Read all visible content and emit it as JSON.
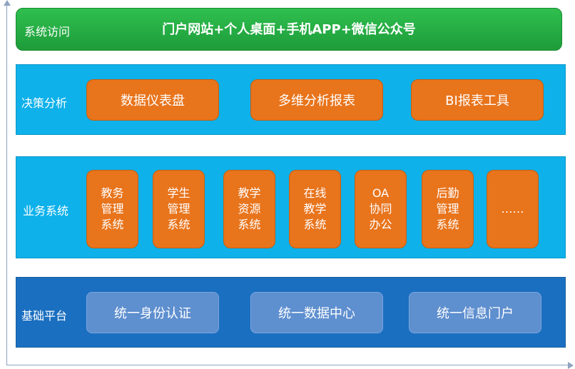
{
  "layers": {
    "access": {
      "title": "系统访问",
      "content": "门户网站+个人桌面+手机APP+微信公众号"
    },
    "decision": {
      "title": "决策分析",
      "items": [
        "数据仪表盘",
        "多维分析报表",
        "BI报表工具"
      ]
    },
    "business": {
      "title": "业务系统",
      "items": [
        "教务\n管理\n系统",
        "学生\n管理\n系统",
        "教学\n资源\n系统",
        "在线\n教学\n系统",
        "OA\n协同\n办公",
        "后勤\n管理\n系统",
        "……"
      ]
    },
    "platform": {
      "title": "基础平台",
      "items": [
        "统一身份认证",
        "统一数据中心",
        "统一信息门户"
      ]
    }
  },
  "colors": {
    "access_green": "#1e9c3a",
    "layer_blue": "#0eb1ea",
    "platform_blue": "#1b6fc0",
    "module_orange": "#e8741c",
    "platform_module": "#5e8fcf"
  }
}
